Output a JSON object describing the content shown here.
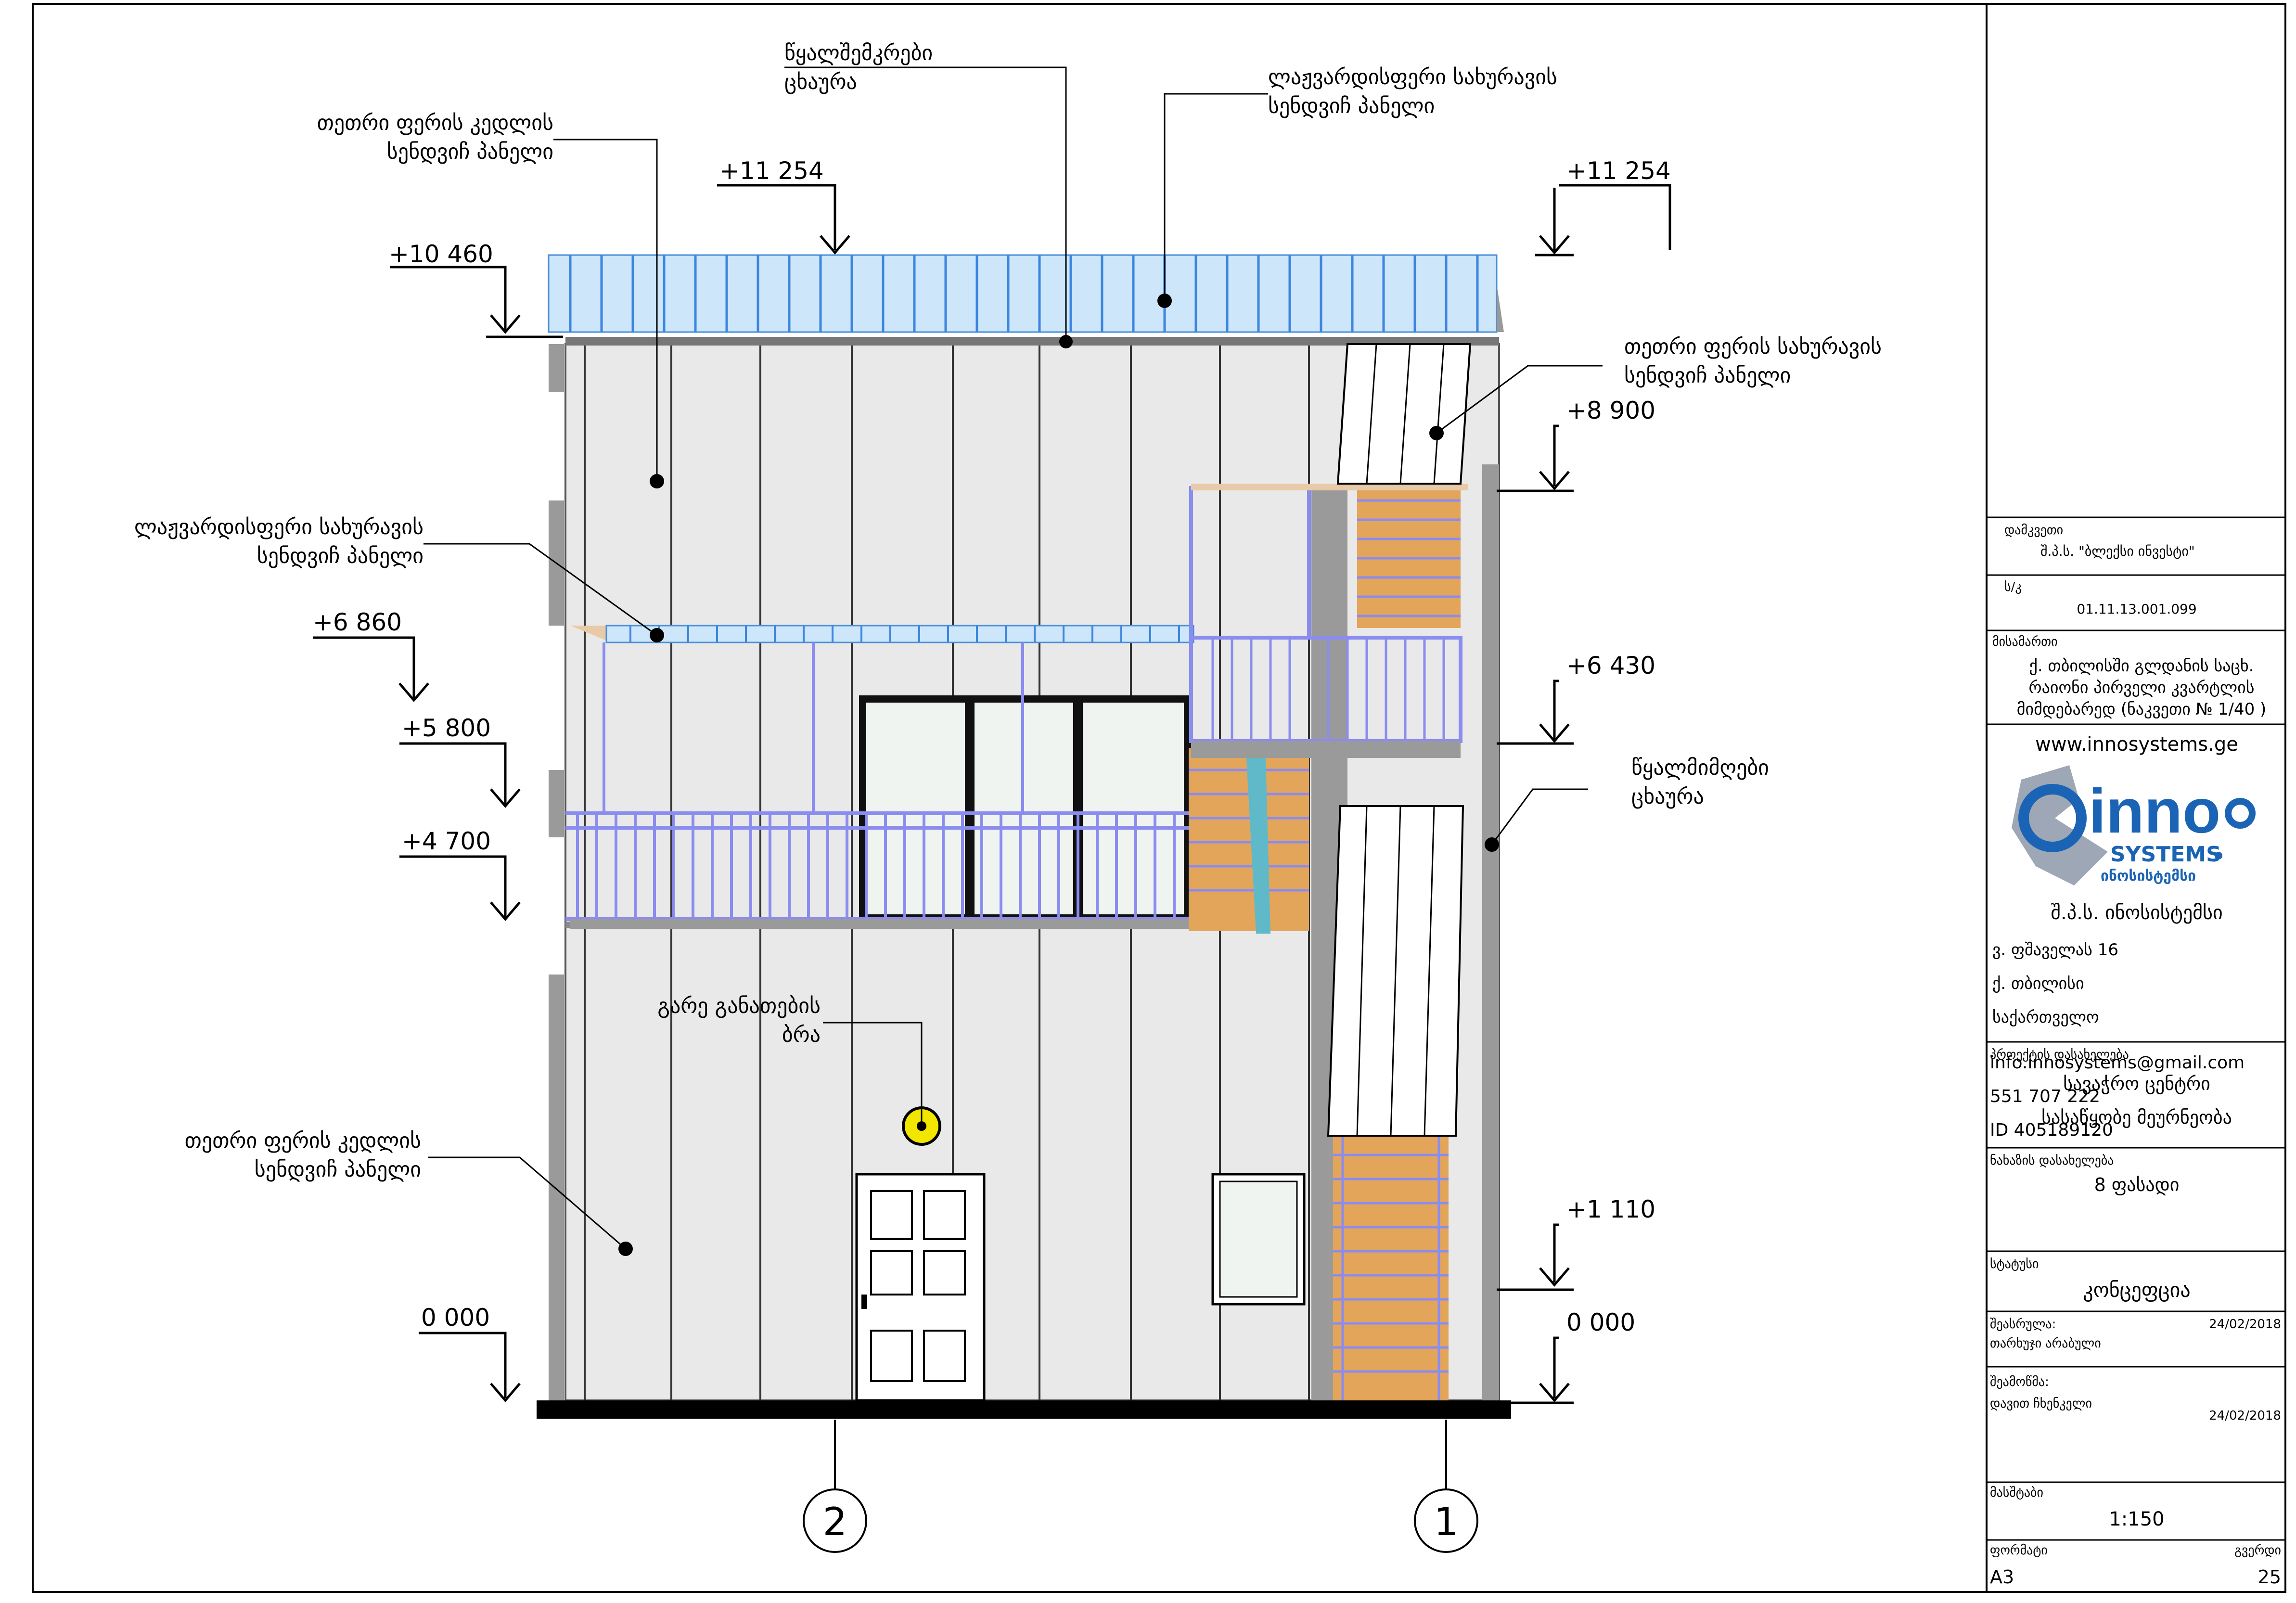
{
  "drawing": {
    "elevations": {
      "left": {
        "roof_top": "+10 460",
        "window_top": "+6 860",
        "balcony_top": "+5 800",
        "floor2": "+4 700",
        "ground": "0 000"
      },
      "right": {
        "roof_top": "+11 254",
        "stair_top": "+8 900",
        "landing": "+6 430",
        "stair_low": "+1 110",
        "ground": "0 000"
      },
      "top_center": "+11 254"
    },
    "labels": {
      "gutter_line1": "წყალშემკრები",
      "gutter_line2": "ცხაურა",
      "blue_roof_top_line1": "ლაჟვარდისფერი სახურავის",
      "blue_roof_top_line2": "სენდვიჩ პანელი",
      "white_wall_upper_line1": "თეთრი ფერის კედლის",
      "white_wall_upper_line2": "სენდვიჩ პანელი",
      "white_roof_line1": "თეთრი ფერის სახურავის",
      "white_roof_line2": "სენდვიჩ პანელი",
      "blue_roof_mid_line1": "ლაჟვარდისფერი სახურავის",
      "blue_roof_mid_line2": "სენდვიჩ პანელი",
      "downpipe_line1": "წყალმიმღები",
      "downpipe_line2": "ცხაურა",
      "light_line1": "გარე განათების",
      "light_line2": "ბრა",
      "white_wall_lower_line1": "თეთრი ფერის კედლის",
      "white_wall_lower_line2": "სენდვიჩ პანელი"
    },
    "axes": {
      "left_axis": "2",
      "right_axis": "1"
    },
    "colors": {
      "blue_panel": "#cde6fa",
      "wall_panel": "#e9e9e9",
      "railing": "#8a8cf0",
      "stair": "#e3a55a",
      "light": "#f2e600",
      "window_glass": "#f0f4f0"
    }
  },
  "title_block": {
    "client_label": "დამკვეთი",
    "client_value": "შ.პ.ს. \"ბლექსი ინვესტი\"",
    "code_label": "ს/კ",
    "code_value": "01.11.13.001.099",
    "address_label": "მისამართი",
    "address_line1": "ქ. თბილისში გლდანის საცხ.",
    "address_line2": "რაიონი პირველი კვარტლის",
    "address_line3": "მიმდებარედ (ნაკვეთი № 1/40 )",
    "website": "www.innosystems.ge",
    "logo_word": "inno",
    "logo_systems": "SYSTEMS",
    "logo_subtitle": "ინოსისტემსი",
    "company": "შ.პ.ს. ინოსისტემსი",
    "street": "ვ. ფშაველას 16",
    "city": "ქ. თბილისი",
    "country": "საქართველო",
    "email": "info.innosystems@gmail.com",
    "phone": "551 707 222",
    "id": "ID 405189120",
    "project_label": "პროექტის დასახელება",
    "project_line1": "სავაჭრო ცენტრი",
    "project_line2": "სასაწყობე მეურნეობა",
    "sheet_label": "ნახაზის დასახელება",
    "sheet_value": "8 ფასადი",
    "status_label": "სტატუსი",
    "status_value": "კონცეფცია",
    "executed_label": "შეასრულა:",
    "executed_name": "თარხუჯი არაბული",
    "executed_date": "24/02/2018",
    "checked_label": "შეამოწმა:",
    "checked_name": "დავით ჩხენკელი",
    "checked_date": "24/02/2018",
    "scale_label": "მასშტაბი",
    "scale_value": "1:150",
    "format_label": "ფორმატი",
    "format_value": "A3",
    "page_label": "გვერდი",
    "page_value": "25"
  }
}
